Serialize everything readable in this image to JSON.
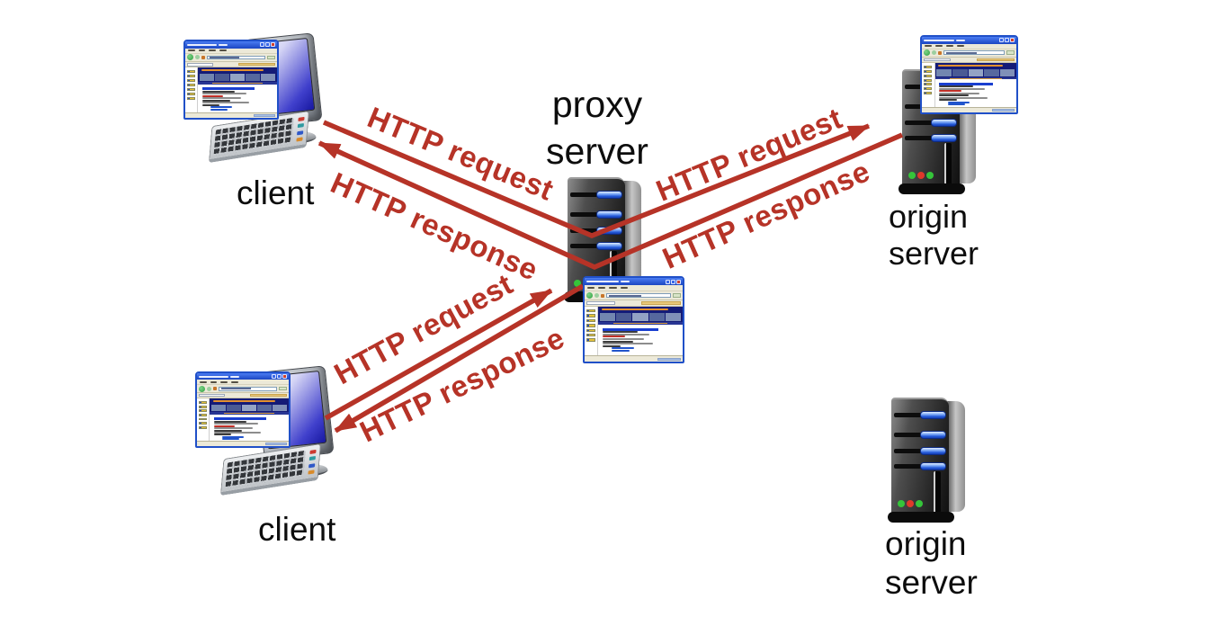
{
  "diagram": {
    "background": "#ffffff",
    "description": "HTTP proxy server (web cache) diagram: two clients connect through a proxy server to origin servers"
  },
  "nodes": {
    "client_top": {
      "label": "client"
    },
    "client_bottom": {
      "label": "client"
    },
    "proxy": {
      "label": [
        "proxy",
        "server"
      ]
    },
    "origin_top": {
      "label": [
        "origin",
        "server"
      ]
    },
    "origin_bottom": {
      "label": [
        "origin",
        "server"
      ]
    }
  },
  "edges": {
    "top_request": {
      "label": "HTTP request",
      "from": "client_top",
      "to": "origin_top",
      "via": "proxy"
    },
    "top_response": {
      "label": "HTTP response",
      "from": "origin_top",
      "to": "client_top",
      "via": "proxy"
    },
    "right_request": {
      "label": "HTTP request"
    },
    "right_response": {
      "label": "HTTP response"
    },
    "bottom_request": {
      "label": "HTTP request",
      "from": "client_bottom",
      "to": "proxy"
    },
    "bottom_response": {
      "label": "HTTP response",
      "from": "proxy",
      "to": "client_bottom"
    }
  },
  "icons": {
    "client": "desktop-computer-icon",
    "proxy": "server-tower-icon",
    "origin": "server-tower-icon",
    "window": "browser-window-icon"
  },
  "colors": {
    "arrow_red": "#b63327",
    "label_black": "#0d0d0d",
    "server_bay_blue": "#2257d8",
    "led_green": "#35c53a",
    "led_red": "#e0382b",
    "monitor_screen_blue": "#1717a0",
    "browser_titlebar_blue": "#1c46c2",
    "webpage_banner_navy": "#141b77"
  }
}
